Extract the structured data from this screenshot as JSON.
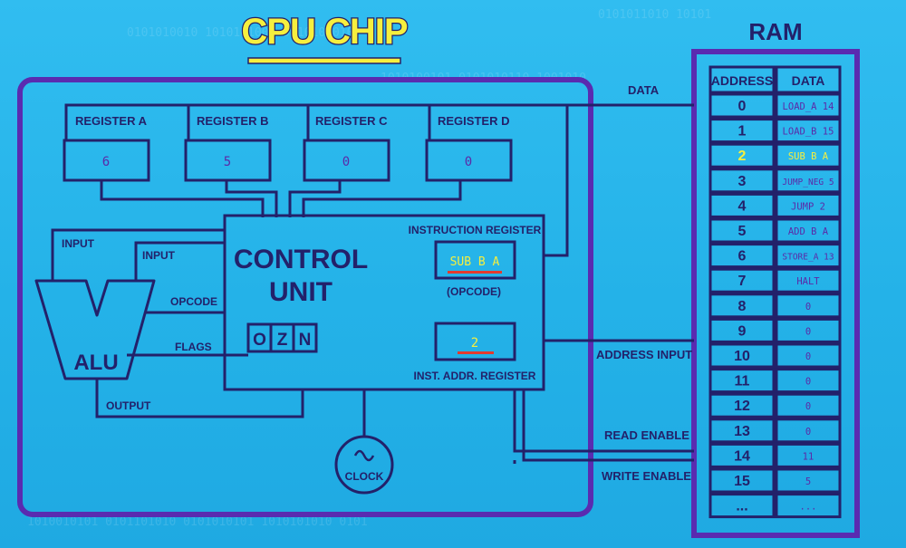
{
  "title": "CPU CHIP",
  "ram": {
    "title": "RAM",
    "address_header": "ADDRESS",
    "data_header": "DATA",
    "rows": [
      {
        "address": "0",
        "data": "LOAD_A 14"
      },
      {
        "address": "1",
        "data": "LOAD_B 15"
      },
      {
        "address": "2",
        "data": "SUB B A",
        "highlight": true
      },
      {
        "address": "3",
        "data": "JUMP_NEG 5"
      },
      {
        "address": "4",
        "data": "JUMP 2"
      },
      {
        "address": "5",
        "data": "ADD B A"
      },
      {
        "address": "6",
        "data": "STORE_A 13"
      },
      {
        "address": "7",
        "data": "HALT"
      },
      {
        "address": "8",
        "data": "0"
      },
      {
        "address": "9",
        "data": "0"
      },
      {
        "address": "10",
        "data": "0"
      },
      {
        "address": "11",
        "data": "0"
      },
      {
        "address": "12",
        "data": "0"
      },
      {
        "address": "13",
        "data": "0"
      },
      {
        "address": "14",
        "data": "11"
      },
      {
        "address": "15",
        "data": "5"
      },
      {
        "address": "...",
        "data": "..."
      }
    ]
  },
  "registers": [
    {
      "label": "REGISTER A",
      "value": "6"
    },
    {
      "label": "REGISTER B",
      "value": "5"
    },
    {
      "label": "REGISTER C",
      "value": "0"
    },
    {
      "label": "REGISTER D",
      "value": "0"
    }
  ],
  "control_unit": {
    "title_line1": "CONTROL",
    "title_line2": "UNIT",
    "instruction_register_label": "INSTRUCTION REGISTER",
    "instruction_value": "SUB B A",
    "opcode_label": "(OPCODE)",
    "inst_addr_label": "INST. ADDR. REGISTER",
    "inst_addr_value": "2",
    "flags": [
      "O",
      "Z",
      "N"
    ]
  },
  "alu": {
    "label": "ALU",
    "input1": "INPUT",
    "input2": "INPUT",
    "opcode": "OPCODE",
    "flags": "FLAGS",
    "output": "OUTPUT"
  },
  "clock_label": "CLOCK",
  "bus_labels": {
    "data": "DATA",
    "address_input": "ADDRESS INPUT",
    "read_enable": "READ ENABLE",
    "write_enable": "WRITE ENABLE"
  },
  "colors": {
    "background": "#2ab8ec",
    "ink": "#23216a",
    "chip_border": "#5a2bb0",
    "title_yellow": "#f6ef3e",
    "highlight_red": "#e23a2e",
    "value_purple": "#5b2aa8"
  }
}
